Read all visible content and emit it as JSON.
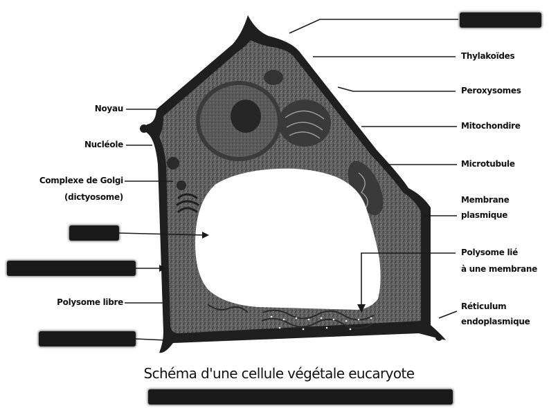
{
  "title": "Schéma d'une cellule végétale eucaryote",
  "labels_left": {
    "noyau": "Noyau",
    "nucleole": "Nucléole",
    "golgi_line1": "Complexe de Golgi",
    "golgi_line2": "(dictyosome)",
    "polysome_libre": "Polysome libre"
  },
  "labels_right": {
    "thylakoides": "Thylakoïdes",
    "peroxysomes": "Peroxysomes",
    "mitochondrie": "Mitochondire",
    "microtubule": "Microtubule",
    "membrane_line1": "Membrane",
    "membrane_line2": "plasmique",
    "polysome_lie_line1": "Polysome lié",
    "polysome_lie_line2": "à une membrane",
    "reticulum_line1": "Réticulum",
    "reticulum_line2": "endoplasmique"
  },
  "colors": {
    "cell_fill": "#5a5a5a",
    "cell_wall": "#1e1e1e",
    "vacuole": "#ffffff",
    "redaction": "#1a1a1a"
  }
}
